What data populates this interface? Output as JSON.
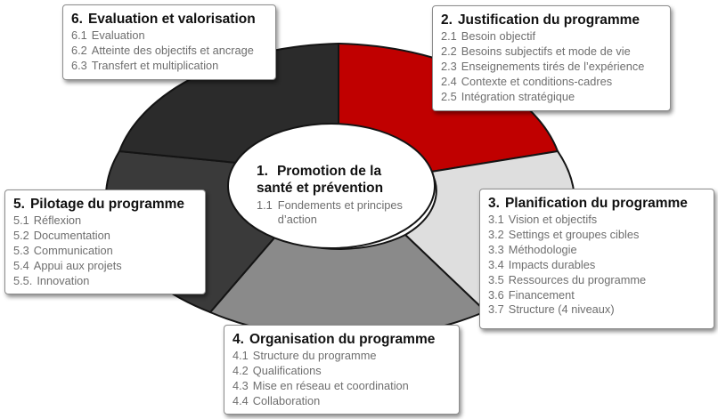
{
  "colors": {
    "s1": "#c00000",
    "s2": "#dedede",
    "s3": "#8a8a8a",
    "s4": "#3a3a3a",
    "s5": "#2b2b2b",
    "ring_stroke": "#141414",
    "center_fill": "#ffffff"
  },
  "center": {
    "number": "1.",
    "title": "Promotion de la santé et prévention",
    "items": [
      {
        "n": "1.1",
        "label": "Fondements et principes d’action"
      }
    ]
  },
  "box2": {
    "number": "2.",
    "title": "Justification du programme",
    "items": [
      {
        "n": "2.1",
        "label": "Besoin objectif"
      },
      {
        "n": "2.2",
        "label": "Besoins subjectifs et mode de vie"
      },
      {
        "n": "2.3",
        "label": "Enseignements tirés de l’expérience"
      },
      {
        "n": "2.4",
        "label": "Contexte et conditions-cadres"
      },
      {
        "n": "2.5",
        "label": "Intégration stratégique"
      }
    ]
  },
  "box3": {
    "number": "3.",
    "title": "Planification du programme",
    "items": [
      {
        "n": "3.1",
        "label": "Vision et objectifs"
      },
      {
        "n": "3.2",
        "label": "Settings et groupes cibles"
      },
      {
        "n": "3.3",
        "label": "Méthodologie"
      },
      {
        "n": "3.4",
        "label": "Impacts durables"
      },
      {
        "n": "3.5",
        "label": "Ressources du programme"
      },
      {
        "n": "3.6",
        "label": "Financement"
      },
      {
        "n": "3.7",
        "label": "Structure (4 niveaux)"
      }
    ]
  },
  "box4": {
    "number": "4.",
    "title": "Organisation du programme",
    "items": [
      {
        "n": "4.1",
        "label": "Structure du programme"
      },
      {
        "n": "4.2",
        "label": "Qualifications"
      },
      {
        "n": "4.3",
        "label": "Mise en réseau et coordination"
      },
      {
        "n": "4.4",
        "label": "Collaboration"
      }
    ]
  },
  "box5": {
    "number": "5.",
    "title": "Pilotage du programme",
    "items": [
      {
        "n": "5.1",
        "label": "Réflexion"
      },
      {
        "n": "5.2",
        "label": "Documentation"
      },
      {
        "n": "5.3",
        "label": "Communication"
      },
      {
        "n": "5.4",
        "label": "Appui aux projets"
      },
      {
        "n": "5.5.",
        "label": "Innovation"
      }
    ]
  },
  "box6": {
    "number": "6.",
    "title": "Evaluation et valorisation",
    "items": [
      {
        "n": "6.1",
        "label": "Evaluation"
      },
      {
        "n": "6.2",
        "label": "Atteinte des objectifs et ancrage"
      },
      {
        "n": "6.3",
        "label": "Transfert et multiplication"
      }
    ]
  }
}
